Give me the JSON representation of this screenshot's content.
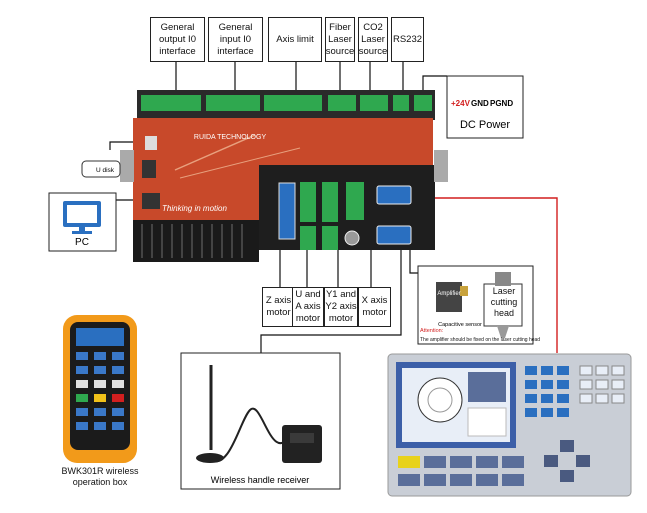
{
  "labels": {
    "general_output": "General\noutput I0\ninterface",
    "general_input": "General\ninput I0\ninterface",
    "axis_limit": "Axis limit",
    "fiber_laser": "Fiber\nLaser\nsource",
    "co2_laser": "CO2\nLaser\nsource",
    "rs232": "RS232",
    "dc_power_terms": [
      "+24V",
      "GND",
      "PGND"
    ],
    "dc_power": "DC Power",
    "pc": "PC",
    "udisk": "U disk",
    "z_motor": "Z axis\nmotor",
    "ua_motor": "U and\nA axis\nmotor",
    "y_motor": "Y1 and\nY2 axis\nmotor",
    "x_motor": "X axis\nmotor",
    "amplifier": "Amplifier",
    "capacitive_sensor": "Capacitive sensor",
    "laser_head": "Laser\ncutting\nhead",
    "attention": "Attention:",
    "attention_note": "The amplifier should be fixed on the laser cutting head",
    "wireless_receiver": "Wireless handle receiver",
    "bwk": "BWK301R wireless\noperation box",
    "board_tagline": "Thinking in motion",
    "brand": "RUIDA TECHNOLOGY"
  },
  "colors": {
    "board_orange": "#c8492a",
    "board_black": "#1a1a1a",
    "terminal_green": "#2fa84f",
    "db_blue": "#2a6fc0",
    "power_red": "#d21f1f",
    "handle_orange": "#f29a1a",
    "panel_gray": "#c9ced6",
    "screen_blue": "#3c5fa8"
  }
}
